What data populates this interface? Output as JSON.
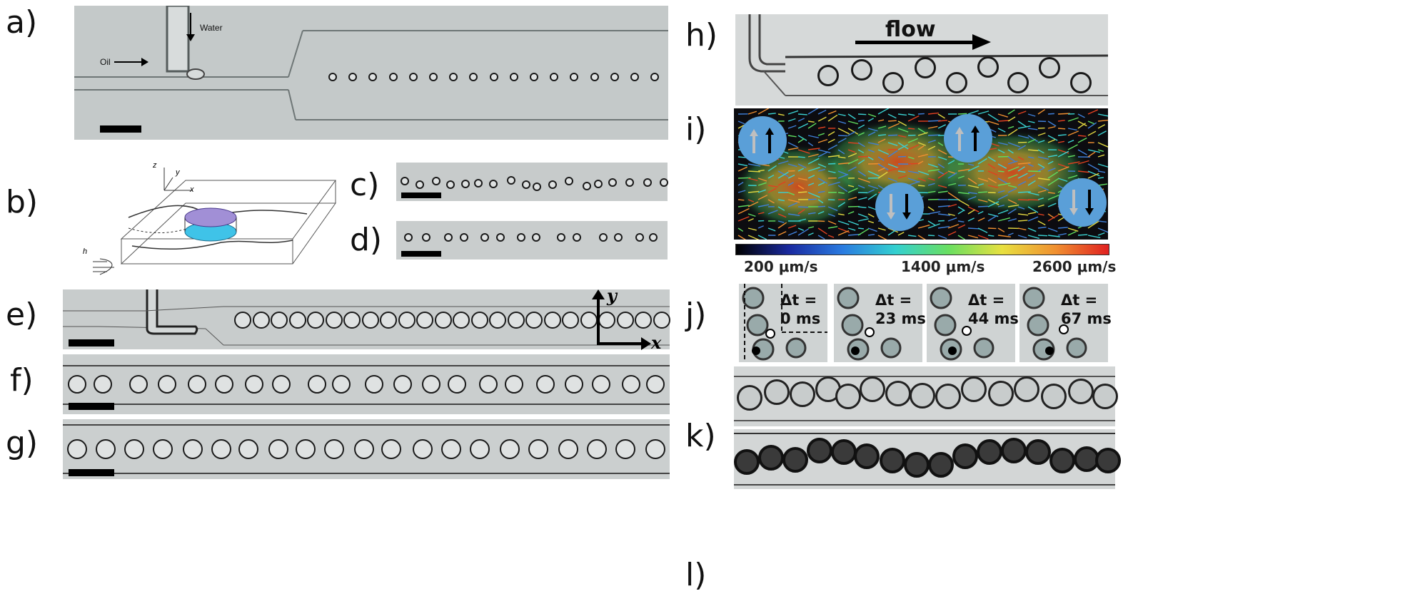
{
  "labels": [
    "a)",
    "b)",
    "c)",
    "d)",
    "e)",
    "f)",
    "g)",
    "h)",
    "i)",
    "j)",
    "k)",
    "l)"
  ],
  "panel_a": {
    "water": "Water",
    "oil": "Oil"
  },
  "panel_b": {
    "z": "z",
    "y": "y",
    "x": "x",
    "h": "h"
  },
  "panel_e": {
    "x": "x",
    "y": "y"
  },
  "panel_h": {
    "flow": "flow"
  },
  "colorbar": {
    "min": "200 μm/s",
    "mid": "1400 μm/s",
    "max": "2600 μm/s",
    "colors": [
      "#000000",
      "#1a2aa0",
      "#2a7be0",
      "#33d0d0",
      "#6adf60",
      "#e8e040",
      "#f09030",
      "#e02020"
    ]
  },
  "panel_j": [
    {
      "line1": "Δt =",
      "line2": "0 ms"
    },
    {
      "line1": "Δt =",
      "line2": "23 ms"
    },
    {
      "line1": "Δt =",
      "line2": "44 ms"
    },
    {
      "line1": "Δt =",
      "line2": "67 ms"
    }
  ]
}
